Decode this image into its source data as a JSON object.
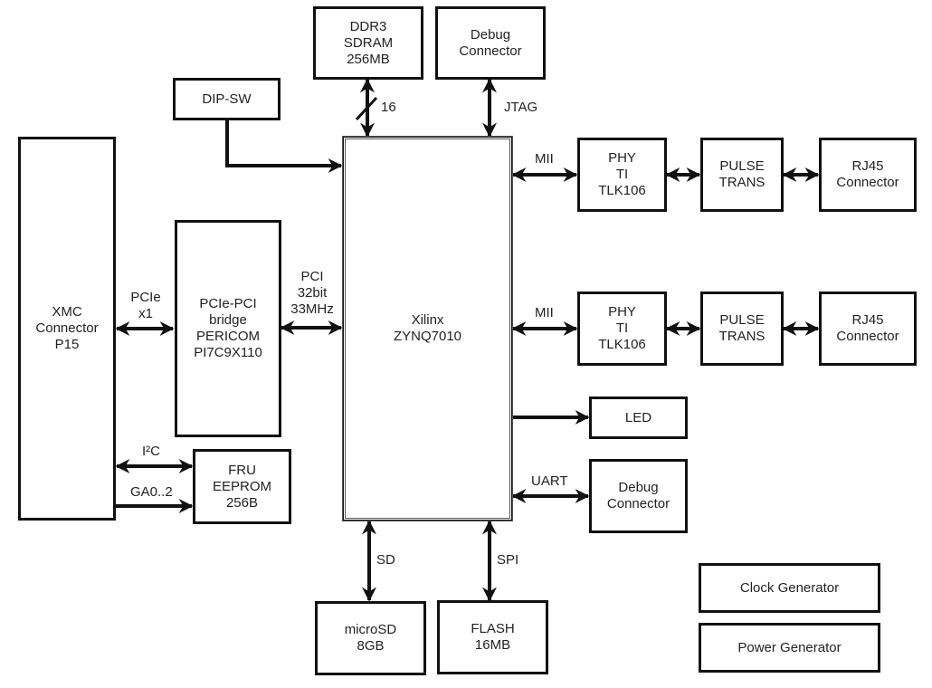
{
  "blocks": {
    "ddr3": "DDR3\nSDRAM\n256MB",
    "debug_top": "Debug\nConnector",
    "dipsw": "DIP-SW",
    "xmc": "XMC\nConnector\nP15",
    "bridge": "PCIe-PCI\nbridge\nPERICOM\nPI7C9X110",
    "fru": "FRU\nEEPROM\n256B",
    "zynq": "Xilinx\nZYNQ7010",
    "phy1": "PHY\nTI\nTLK106",
    "pulse1": "PULSE\nTRANS",
    "rj45_1": "RJ45\nConnector",
    "phy2": "PHY\nTI\nTLK106",
    "pulse2": "PULSE\nTRANS",
    "rj45_2": "RJ45\nConnector",
    "led": "LED",
    "debug_uart": "Debug\nConnector",
    "microsd": "microSD\n8GB",
    "flash": "FLASH\n16MB",
    "clock": "Clock Generator",
    "power": "Power Generator"
  },
  "edges": {
    "ddr_width": "16",
    "jtag": "JTAG",
    "pcie": "PCIe\nx1",
    "pci": "PCI\n32bit\n33MHz",
    "i2c": "I²C",
    "ga": "GA0..2",
    "mii1": "MII",
    "mii2": "MII",
    "uart": "UART",
    "sd": "SD",
    "spi": "SPI"
  }
}
